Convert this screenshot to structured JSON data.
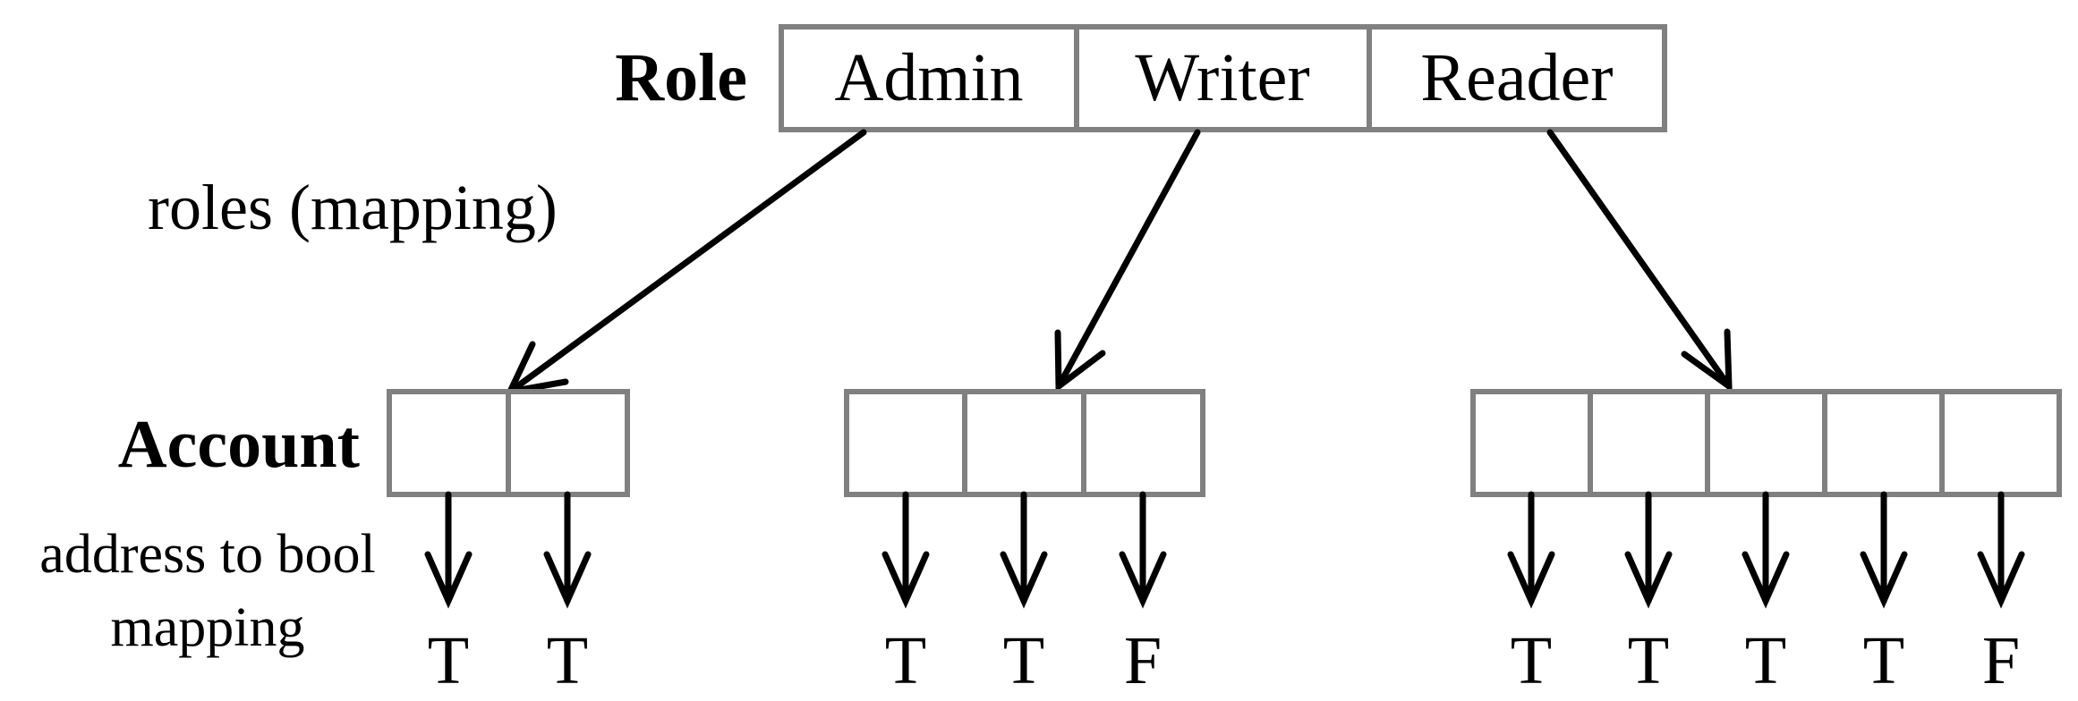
{
  "role": {
    "label": "Role",
    "cells": [
      "Admin",
      "Writer",
      "Reader"
    ]
  },
  "mapping_label": "roles (mapping)",
  "account": {
    "label": "Account",
    "mapping_label_line1": "address to bool",
    "mapping_label_line2": "mapping",
    "groups": [
      {
        "role": "Admin",
        "values": [
          "T",
          "T"
        ]
      },
      {
        "role": "Writer",
        "values": [
          "T",
          "T",
          "F"
        ]
      },
      {
        "role": "Reader",
        "values": [
          "T",
          "T",
          "T",
          "T",
          "F"
        ]
      }
    ]
  }
}
